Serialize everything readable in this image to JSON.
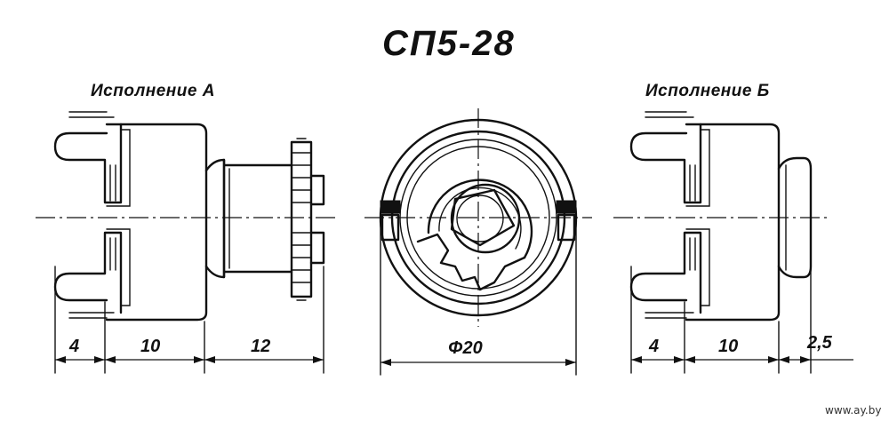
{
  "title": "СП5-28",
  "variant_a": {
    "label": "Исполнение А",
    "dims": [
      "4",
      "10",
      "12"
    ]
  },
  "front_view": {
    "diameter_label": "Φ20"
  },
  "variant_b": {
    "label": "Исполнение Б",
    "dims": [
      "4",
      "10",
      "2,5"
    ]
  },
  "watermark": "www.ay.by"
}
